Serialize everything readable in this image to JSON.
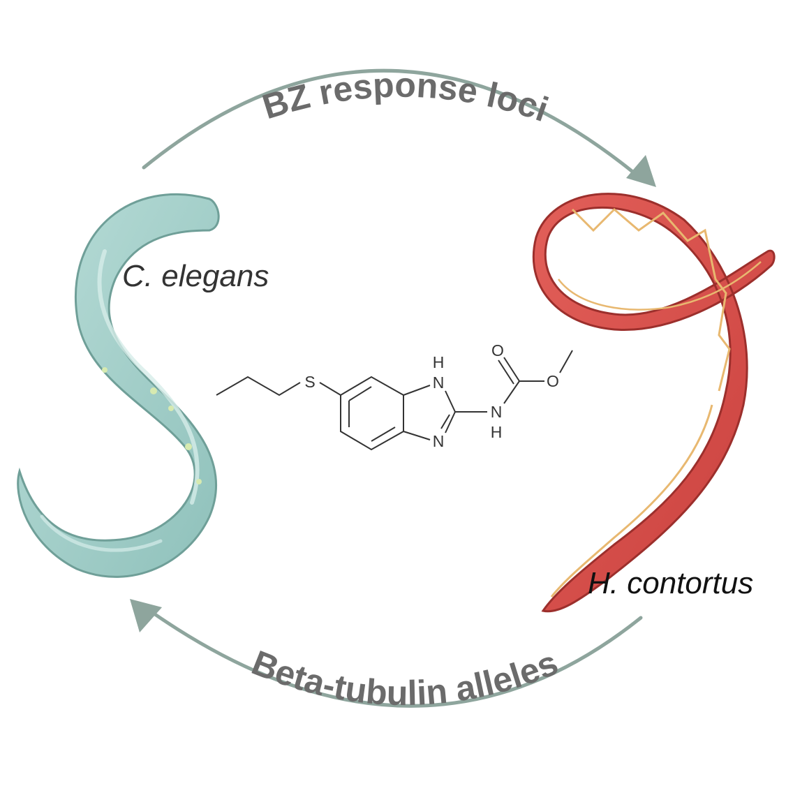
{
  "arrows": {
    "top_label": "BZ response loci",
    "bottom_label": "Beta-tubulin alleles",
    "color": "#8ea59d",
    "text_color": "#6b6b6b"
  },
  "organisms": {
    "left": {
      "name": "C. elegans",
      "body_color": "#a9d3cf",
      "outline_color": "#6f9f98"
    },
    "right": {
      "name": "H. contortus",
      "body_color": "#d9534f",
      "outline_color": "#9c2f2c",
      "stripe_color": "#e8b870"
    }
  },
  "molecule": {
    "atoms": {
      "sulfur": "S",
      "ring_n_top": "N",
      "ring_h_top": "H",
      "ring_n_bottom": "N",
      "amide_n": "N",
      "amide_h": "H",
      "carbonyl_o": "O",
      "ester_o": "O"
    },
    "bond_color": "#333333"
  }
}
